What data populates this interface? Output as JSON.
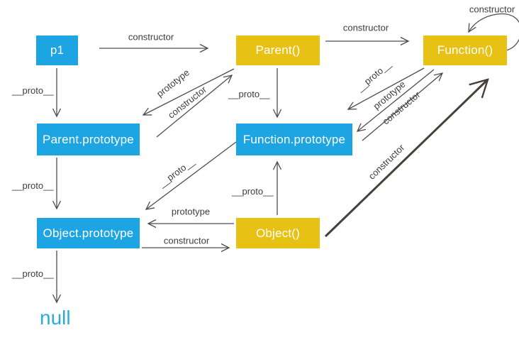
{
  "diagram": {
    "description": "JavaScript prototype chain diagram",
    "colors": {
      "instance_box": "#1da4e2",
      "function_box": "#e7c113",
      "box_text": "#ffffff",
      "arrow": "#4d4d4d",
      "thick_arrow": "#46403a",
      "edge_label": "#3d3d3d",
      "null_text": "#29abe2",
      "background": "#ffffff"
    },
    "nodes": {
      "p1": "p1",
      "parent_fn": "Parent()",
      "function_fn": "Function()",
      "parent_prototype": "Parent.prototype",
      "function_prototype": "Function.prototype",
      "object_prototype": "Object.prototype",
      "object_fn": "Object()",
      "null_value": "null"
    },
    "edges": [
      {
        "from": "p1",
        "to": "Parent()",
        "label": "constructor"
      },
      {
        "from": "p1",
        "to": "Parent.prototype",
        "label": "__proto__"
      },
      {
        "from": "Parent()",
        "to": "Parent.prototype",
        "label": "prototype"
      },
      {
        "from": "Parent.prototype",
        "to": "Parent()",
        "label": "constructor"
      },
      {
        "from": "Parent()",
        "to": "Function.prototype",
        "label": "__proto__"
      },
      {
        "from": "Parent()",
        "to": "Function()",
        "label": "constructor"
      },
      {
        "from": "Function()",
        "to": "Function()",
        "label": "constructor"
      },
      {
        "from": "Function()",
        "to": "Function.prototype",
        "label": "__proto__"
      },
      {
        "from": "Function()",
        "to": "Function.prototype",
        "label": "prototype"
      },
      {
        "from": "Function.prototype",
        "to": "Function()",
        "label": "constructor"
      },
      {
        "from": "Object()",
        "to": "Function()",
        "label": "constructor",
        "style": "thick"
      },
      {
        "from": "Function.prototype",
        "to": "Object.prototype",
        "label": "__proto__"
      },
      {
        "from": "Object()",
        "to": "Function.prototype",
        "label": "__proto__"
      },
      {
        "from": "Object()",
        "to": "Object.prototype",
        "label": "prototype"
      },
      {
        "from": "Object.prototype",
        "to": "Object()",
        "label": "constructor"
      },
      {
        "from": "Parent.prototype",
        "to": "Object.prototype",
        "label": "__proto__"
      },
      {
        "from": "Object.prototype",
        "to": "null",
        "label": "__proto__"
      }
    ]
  }
}
